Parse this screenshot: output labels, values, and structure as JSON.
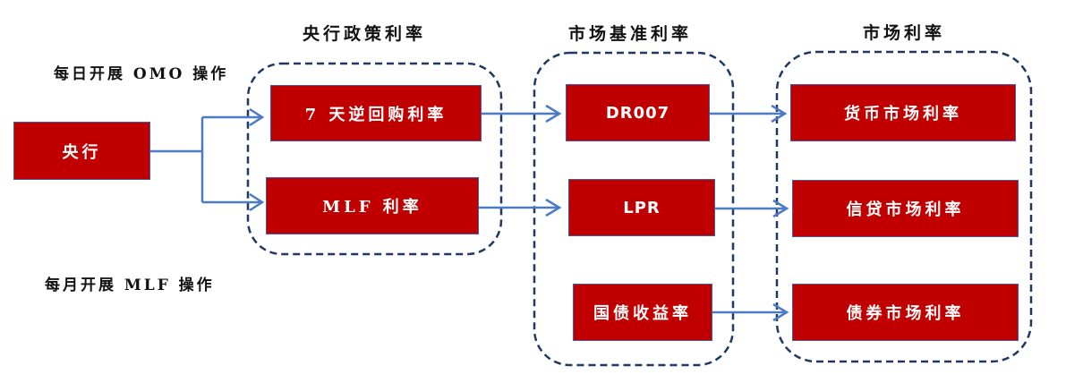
{
  "headers": {
    "policy_rates": "央行政策利率",
    "benchmark_rates": "市场基准利率",
    "market_rates": "市场利率"
  },
  "notes": {
    "daily_omo": "每日开展 OMO 操作",
    "monthly_mlf": "每月开展 MLF 操作"
  },
  "nodes": {
    "central_bank": "央行",
    "reverse_repo_7d": "7 天逆回购利率",
    "mlf_rate": "MLF 利率",
    "dr007": "DR007",
    "lpr": "LPR",
    "treasury_yield": "国债收益率",
    "money_market_rate": "货币市场利率",
    "credit_market_rate": "信贷市场利率",
    "bond_market_rate": "债券市场利率"
  },
  "colors": {
    "node_fill": "#c00000",
    "arrow": "#4a7bc4",
    "container_dash": "#1f3864"
  }
}
